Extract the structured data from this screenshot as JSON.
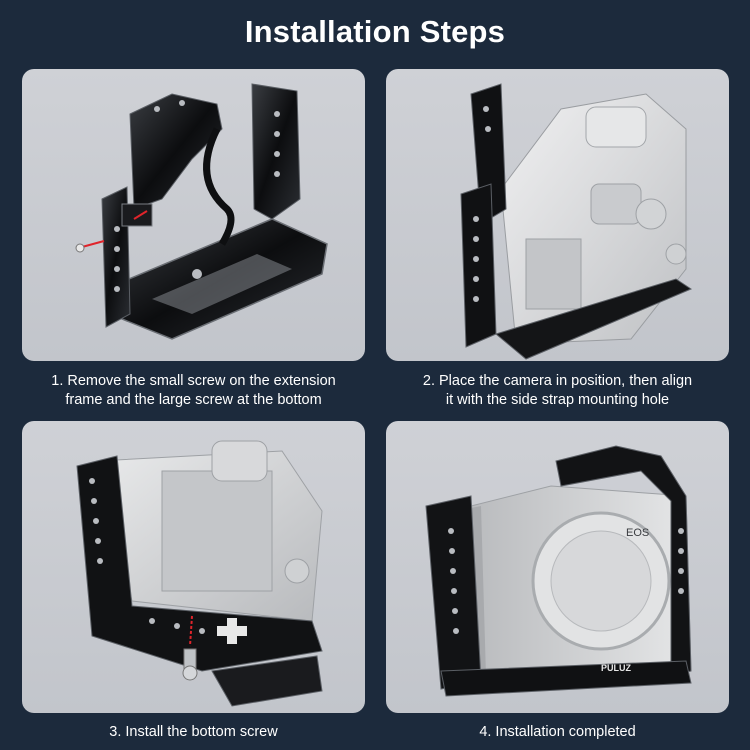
{
  "title": "Installation Steps",
  "steps": [
    {
      "line1": "1. Remove the small screw on the extension",
      "line2": "frame and the large screw at the bottom"
    },
    {
      "line1": "2. Place the camera in position, then align",
      "line2": "it with the side strap mounting hole"
    },
    {
      "line1": "3. Install the bottom screw"
    },
    {
      "line1": "4. Installation completed"
    }
  ],
  "brand_mark": "PULUZ",
  "model_mark": "EOS",
  "colors": {
    "background": "#1c2a3c",
    "panel": "#c8cbd0",
    "cage_metal": "#111214",
    "camera_body": "#d9dadb",
    "screw_marker": "#e0242b"
  }
}
